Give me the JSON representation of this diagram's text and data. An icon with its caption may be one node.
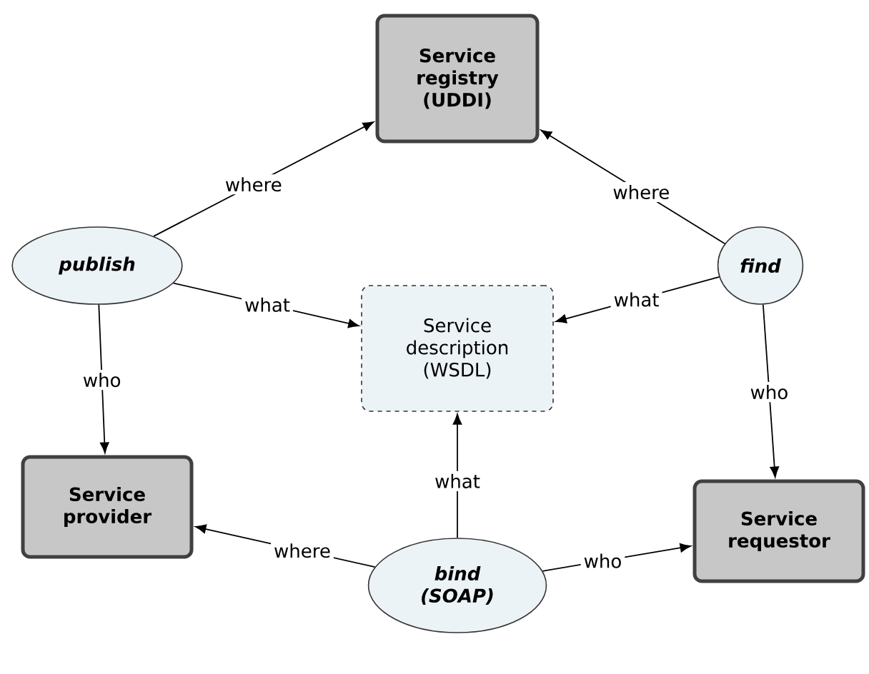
{
  "diagram": {
    "nodes": [
      {
        "text": [
          "Service registry (UDDI)"
        ]
      },
      {
        "text": [
          "publish"
        ]
      },
      {
        "text": [
          "find"
        ]
      },
      {
        "text": [
          "Service description (WSDL)"
        ]
      },
      {
        "text": [
          "Service provider"
        ]
      },
      {
        "text": [
          "Service requestor"
        ]
      },
      {
        "text": [
          "bind (SOAP)"
        ]
      }
    ],
    "edges": [
      {
        "from": 1,
        "to": 0,
        "arrow": "to",
        "label": "where"
      },
      {
        "from": 2,
        "to": 0,
        "arrow": "to",
        "label": "where"
      },
      {
        "from": 1,
        "to": 3,
        "arrow": "to",
        "label": "what"
      },
      {
        "from": 2,
        "to": 3,
        "arrow": "to",
        "label": "what"
      },
      {
        "from": 1,
        "to": 4,
        "arrow": "to",
        "label": "who"
      },
      {
        "from": 2,
        "to": 5,
        "arrow": "to",
        "label": "who"
      },
      {
        "from": 6,
        "to": 3,
        "arrow": "to",
        "label": "what"
      },
      {
        "from": 6,
        "to": 4,
        "arrow": "to",
        "label": "where"
      },
      {
        "from": 6,
        "to": 5,
        "arrow": "to",
        "label": "who"
      }
    ]
  }
}
